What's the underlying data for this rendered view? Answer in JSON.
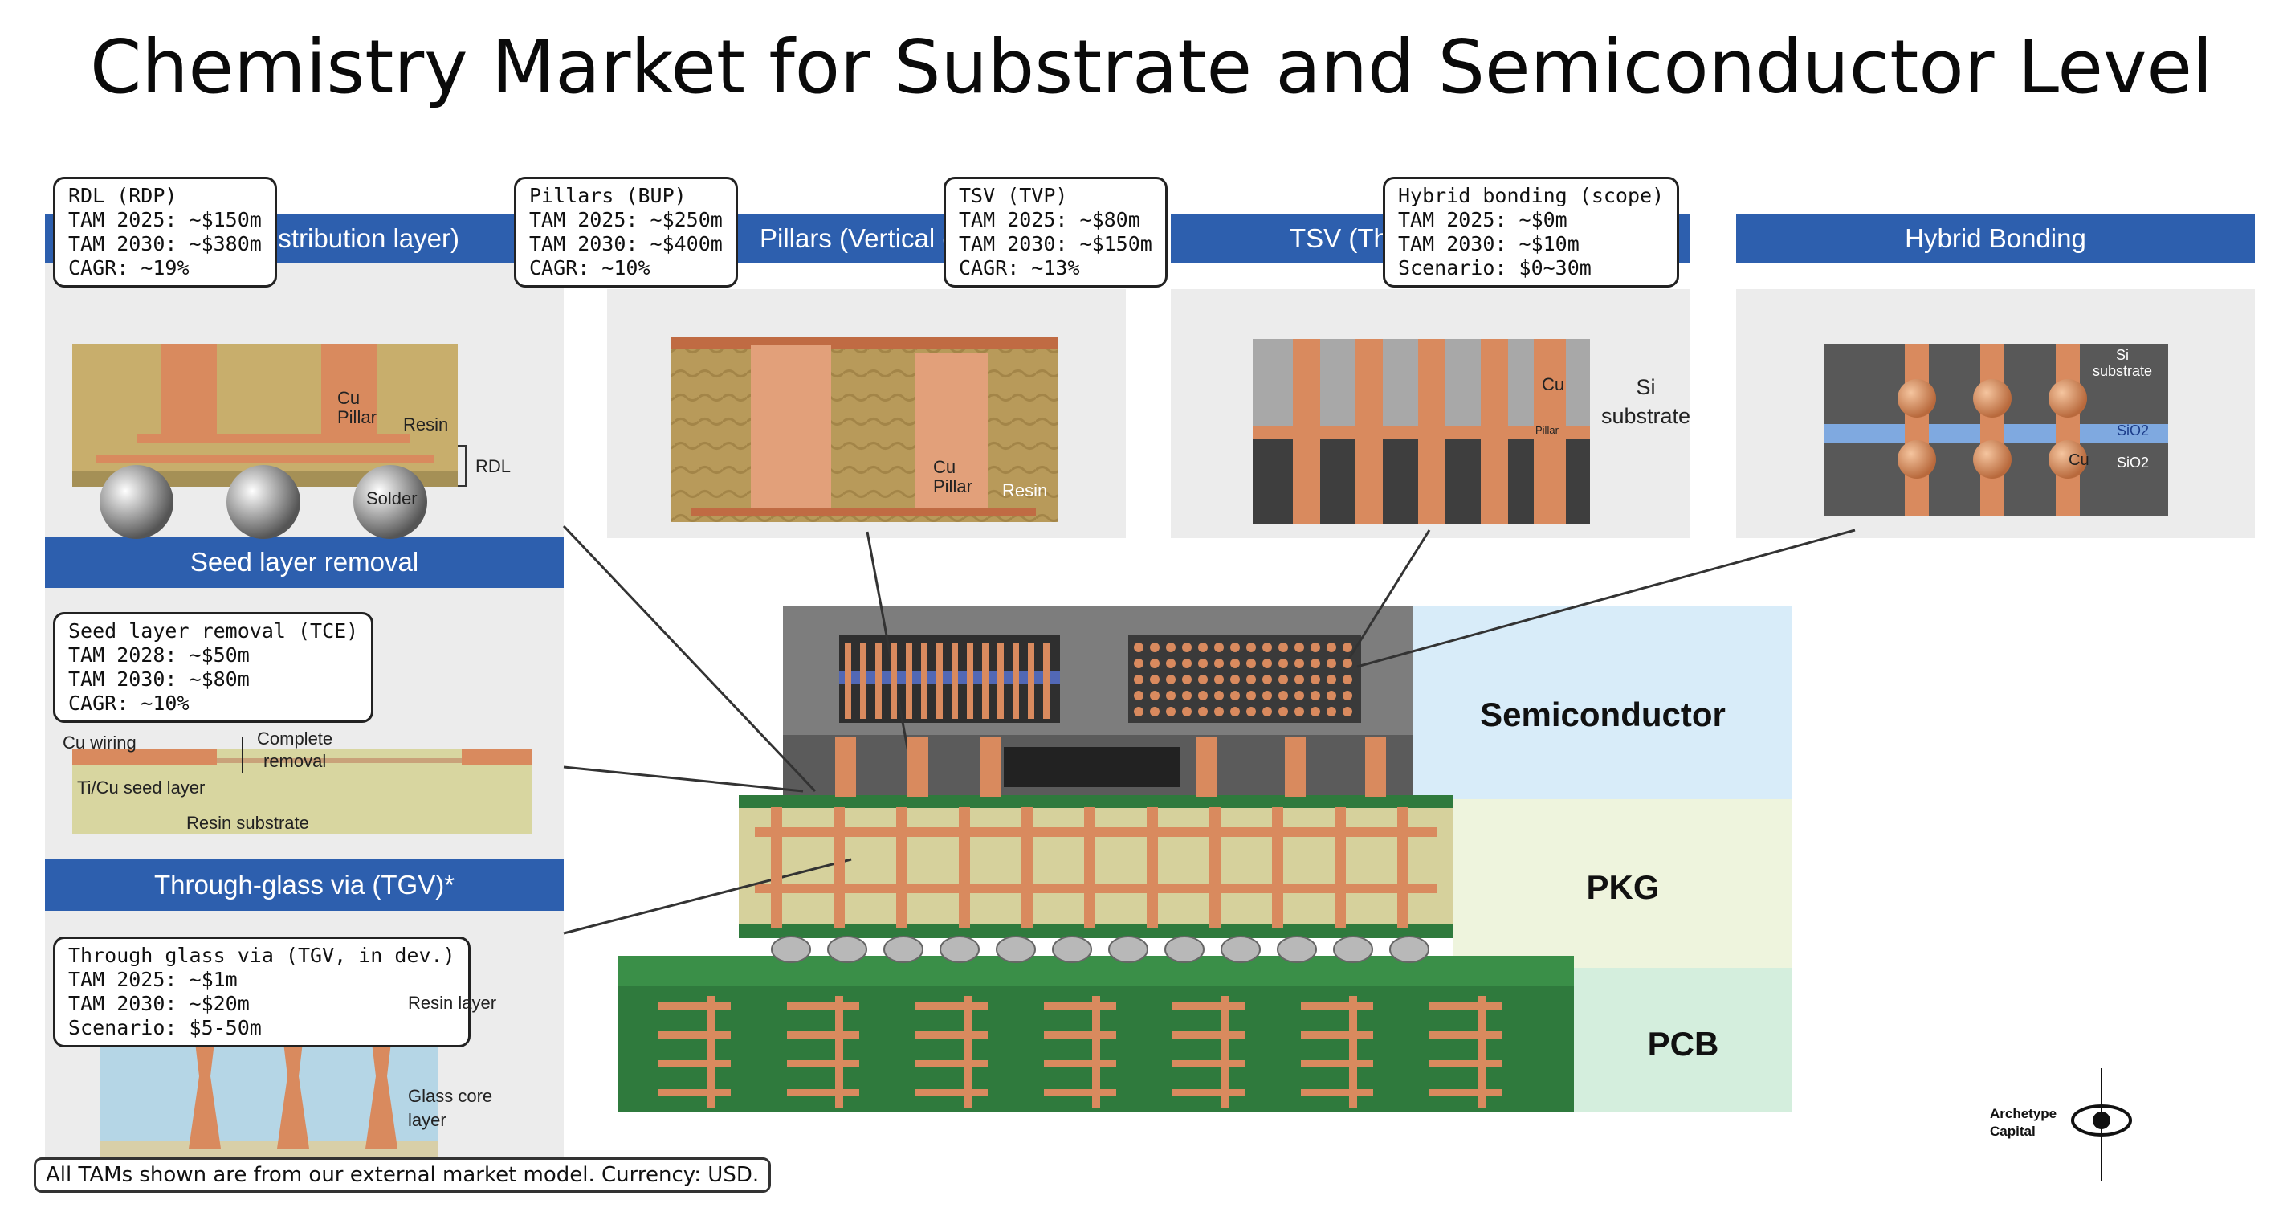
{
  "title": "Chemistry Market for Substrate and Semiconductor Level",
  "headers": {
    "rdl": "Redistribution layer)",
    "pillars": "Pillars (Vertical elec",
    "tsv": "TSV (Thr",
    "hybrid": "Hybrid Bonding",
    "seed": "Seed layer removal",
    "tgv": "Through-glass via (TGV)*"
  },
  "callouts": {
    "rdl": [
      "RDL (RDP)",
      "TAM 2025: ~$150m",
      "TAM 2030: ~$380m",
      "CAGR: ~19%"
    ],
    "pillars": [
      "Pillars (BUP)",
      "TAM 2025: ~$250m",
      "TAM 2030: ~$400m",
      "CAGR: ~10%"
    ],
    "tsv": [
      "TSV (TVP)",
      "TAM 2025: ~$80m",
      "TAM 2030: ~$150m",
      "CAGR: ~13%"
    ],
    "hybrid": [
      "Hybrid bonding (scope)",
      "TAM 2025: ~$0m",
      "TAM 2030: ~$10m",
      "Scenario: $0~30m"
    ],
    "seed": [
      "Seed layer removal (TCE)",
      "TAM 2028: ~$50m",
      "TAM 2030: ~$80m",
      "CAGR: ~10%"
    ],
    "tgv": [
      "Through glass via (TGV, in dev.)",
      "TAM 2025: ~$1m",
      "TAM 2030: ~$20m",
      "Scenario: $5-50m"
    ]
  },
  "image_labels": {
    "rdl_cu_pillar": [
      "Cu",
      "Pillar"
    ],
    "rdl_resin": "Resin",
    "rdl_rdl": "RDL",
    "rdl_solder": "Solder",
    "pill_cu_pillar": [
      "Cu",
      "Pillar"
    ],
    "pill_resin": "Resin",
    "tsv_cu": "Cu",
    "tsv_pillar": "Pillar",
    "tsv_si": [
      "Si",
      "substrate"
    ],
    "hb_si": [
      "Si",
      "substrate"
    ],
    "hb_sio2_a": "SiO2",
    "hb_sio2_b": "SiO2",
    "hb_cu": "Cu",
    "seed_cu_wiring": "Cu wiring",
    "seed_complete": [
      "Complete",
      "removal"
    ],
    "seed_ticu": "Ti/Cu seed layer",
    "seed_resin": "Resin substrate",
    "tgv_resin": "Resin layer",
    "tgv_glass": [
      "Glass core",
      "layer"
    ]
  },
  "layers": {
    "semiconductor": "Semiconductor",
    "pkg": "PKG",
    "pcb": "PCB"
  },
  "footer": "All TAMs shown are from our external market model. Currency: USD.",
  "brand": [
    "Archetype",
    "Capital"
  ],
  "colors": {
    "header_blue": "#2d5fae",
    "copper": "#d98a5e",
    "pcb_green": "#2f7a3d",
    "pkg_tan": "#d9d9a6",
    "semi_grey": "#7a7a7a"
  }
}
